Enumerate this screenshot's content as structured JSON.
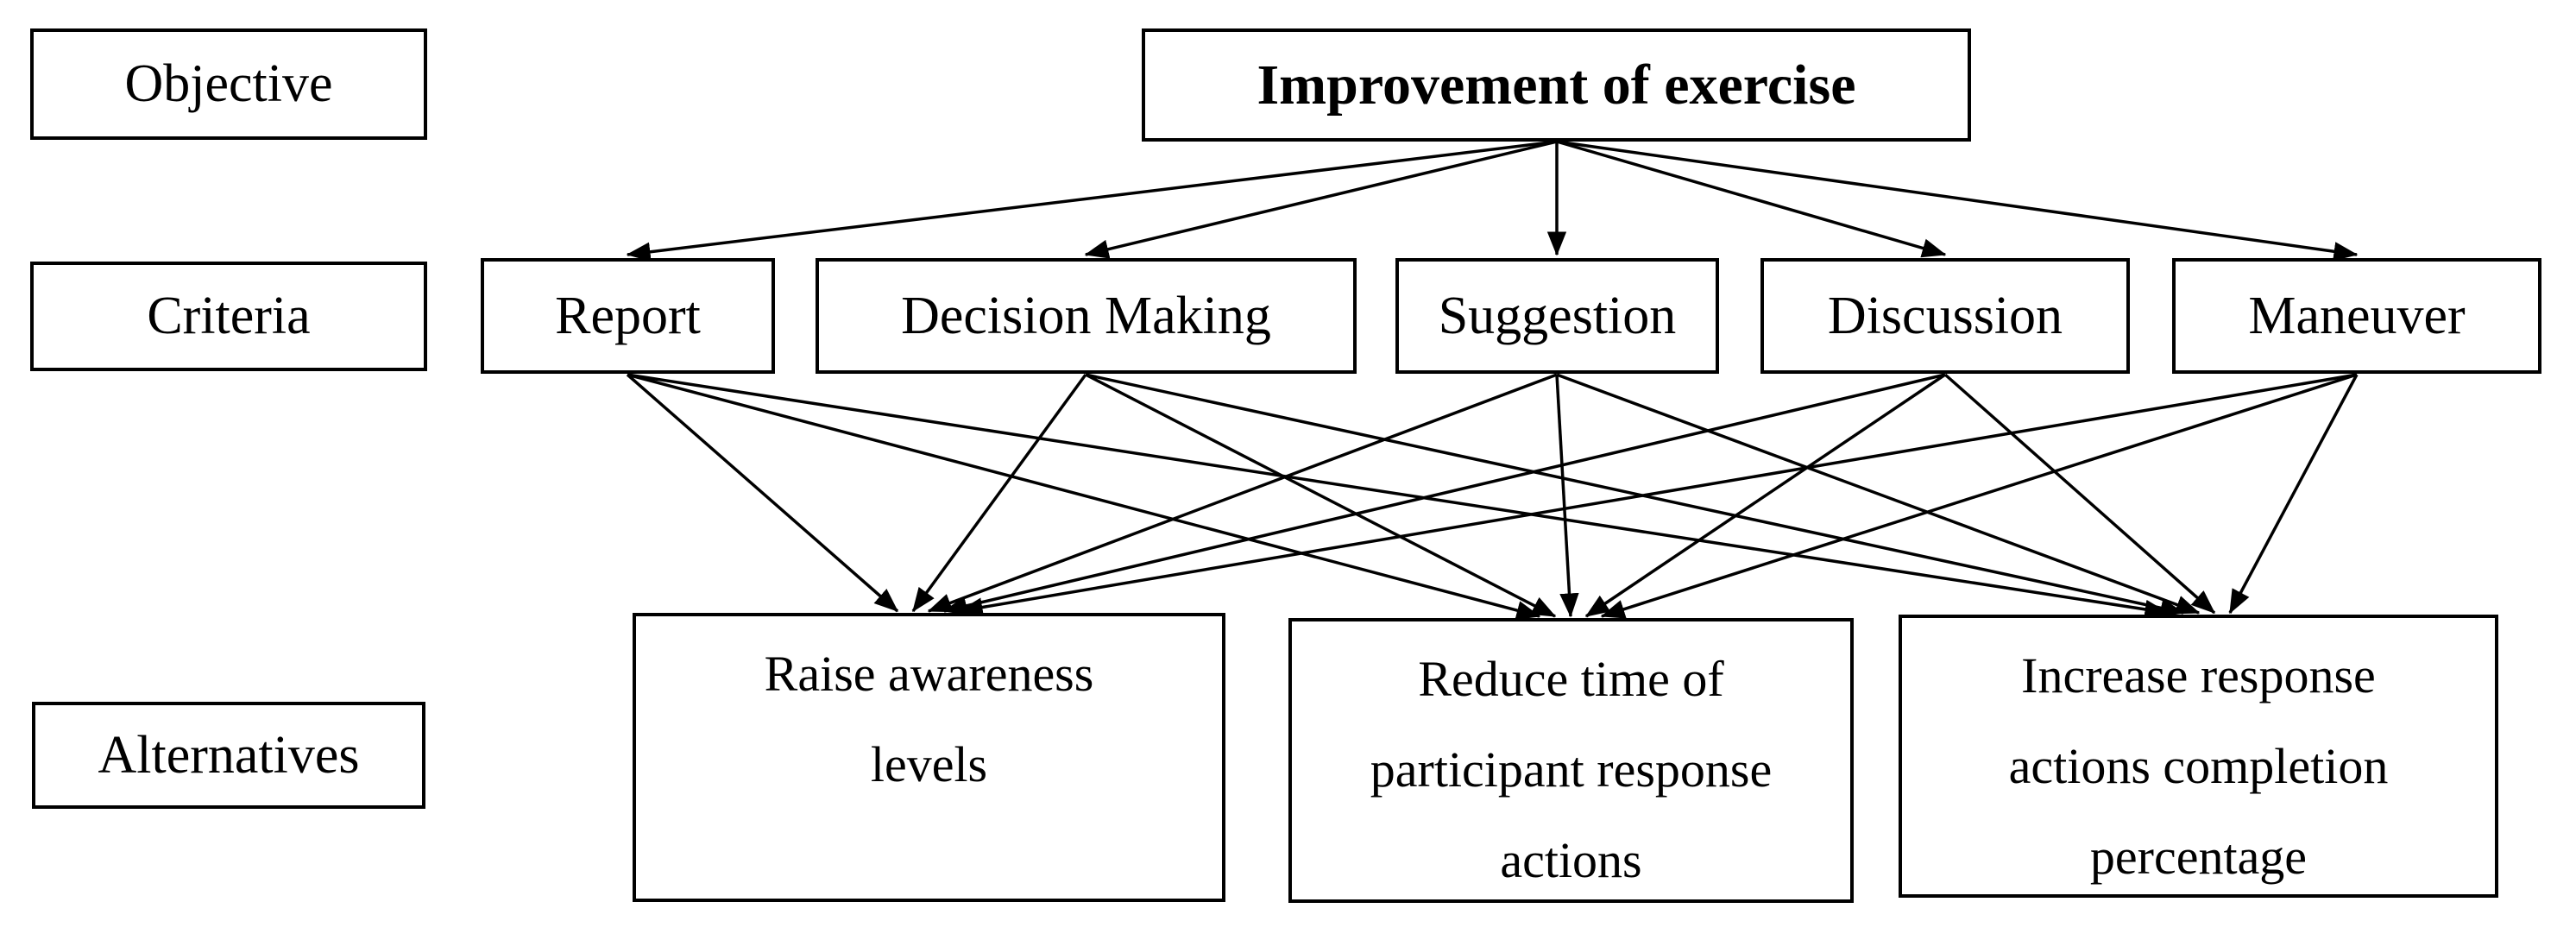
{
  "row_labels": {
    "objective": "Objective",
    "criteria": "Criteria",
    "alternatives": "Alternatives"
  },
  "objective": {
    "label": "Improvement of exercise"
  },
  "criteria": [
    {
      "label": "Report"
    },
    {
      "label": "Decision Making"
    },
    {
      "label": "Suggestion"
    },
    {
      "label": "Discussion"
    },
    {
      "label": "Maneuver"
    }
  ],
  "alternatives": [
    {
      "lines": [
        "Raise awareness",
        "levels"
      ]
    },
    {
      "lines": [
        "Reduce time of",
        "participant response",
        "actions"
      ]
    },
    {
      "lines": [
        "Increase response",
        "actions completion",
        "percentage"
      ]
    }
  ],
  "edges": {
    "from_objective_to": [
      "Report",
      "Decision Making",
      "Suggestion",
      "Discussion",
      "Maneuver"
    ],
    "from_each_criterion_to": [
      "Raise awareness levels",
      "Reduce time of participant response actions",
      "Increase response actions completion percentage"
    ]
  },
  "colors": {
    "background": "#ffffff",
    "border": "#000000",
    "text": "#000000",
    "arrow": "#000000"
  }
}
